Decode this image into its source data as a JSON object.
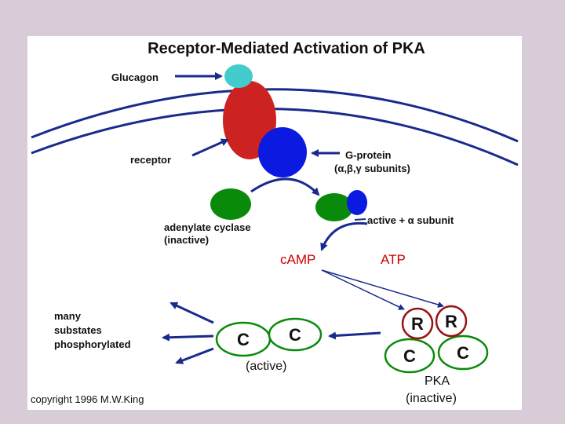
{
  "diagram": {
    "title": "Receptor-Mediated Activation of PKA",
    "labels": {
      "glucagon": "Glucagon",
      "receptor": "receptor",
      "g_protein": "G-protein",
      "g_protein_subunits": "(α,β,γ subunits)",
      "adenylate_cyclase": "adenylate cyclase",
      "adenylate_cyclase_state": "(inactive)",
      "active_alpha": "active + α subunit",
      "camp": "cAMP",
      "atp": "ATP",
      "many": "many",
      "substates": "substates",
      "phosphorylated": "phosphorylated",
      "active": "(active)",
      "pka": "PKA",
      "pka_state": "(inactive)",
      "copyright": "copyright 1996 M.W.King"
    },
    "subunits": {
      "catalytic": "C",
      "regulatory": "R"
    },
    "colors": {
      "background": "#d8ccd8",
      "arrow": "#1a2a8c",
      "receptor": "#cc2222",
      "glucagon": "#44cccc",
      "g_protein": "#0a1ae0",
      "adenylate_cyclase": "#0a8a0a",
      "membrane": "#1a2a8c",
      "camp_atp": "#cc0000",
      "catalytic_ring": "#0a8a0a",
      "regulatory_ring": "#991111"
    }
  }
}
